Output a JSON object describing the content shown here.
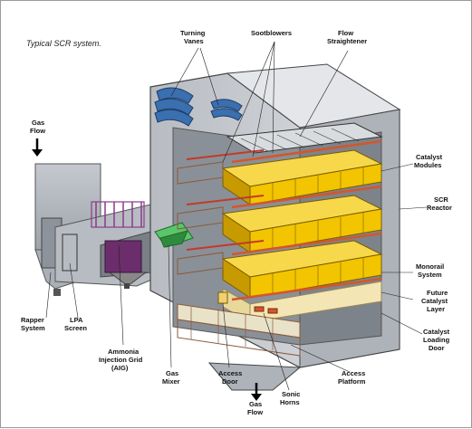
{
  "title": "Typical SCR system.",
  "labels": {
    "turning_vanes": [
      "Turning",
      "Vanes"
    ],
    "sootblowers": [
      "Sootblowers"
    ],
    "flow_straightener": [
      "Flow",
      "Straightener"
    ],
    "gas_flow_in": [
      "Gas",
      "Flow"
    ],
    "catalyst_modules": [
      "Catalyst",
      "Modules"
    ],
    "scr_reactor": [
      "SCR",
      "Reactor"
    ],
    "monorail_system": [
      "Monorail",
      "System"
    ],
    "future_catalyst_layer": [
      "Future",
      "Catalyst",
      "Layer"
    ],
    "catalyst_loading_door": [
      "Catalyst",
      "Loading",
      "Door"
    ],
    "rapper_system": [
      "Rapper",
      "System"
    ],
    "lpa_screen": [
      "LPA",
      "Screen"
    ],
    "ammonia_injection_grid": [
      "Ammonia",
      "Injection Grid",
      "(AIG)"
    ],
    "gas_mixer": [
      "Gas",
      "Mixer"
    ],
    "access_door": [
      "Access",
      "Door"
    ],
    "gas_flow_out": [
      "Gas",
      "Flow"
    ],
    "sonic_horns": [
      "Sonic",
      "Horns"
    ],
    "access_platform": [
      "Access",
      "Platform"
    ]
  },
  "colors": {
    "housing": "#c9cdd2",
    "housing_dark": "#9aa0a7",
    "catalyst": "#f2c500",
    "catalyst_dark": "#c79a00",
    "future_layer": "#f4e6b4",
    "rails": "#d4562a",
    "platform": "#e8e2c8",
    "vanes": "#3a6fb0",
    "mixer": "#5cc46a",
    "aig": "#8a3a8a"
  }
}
